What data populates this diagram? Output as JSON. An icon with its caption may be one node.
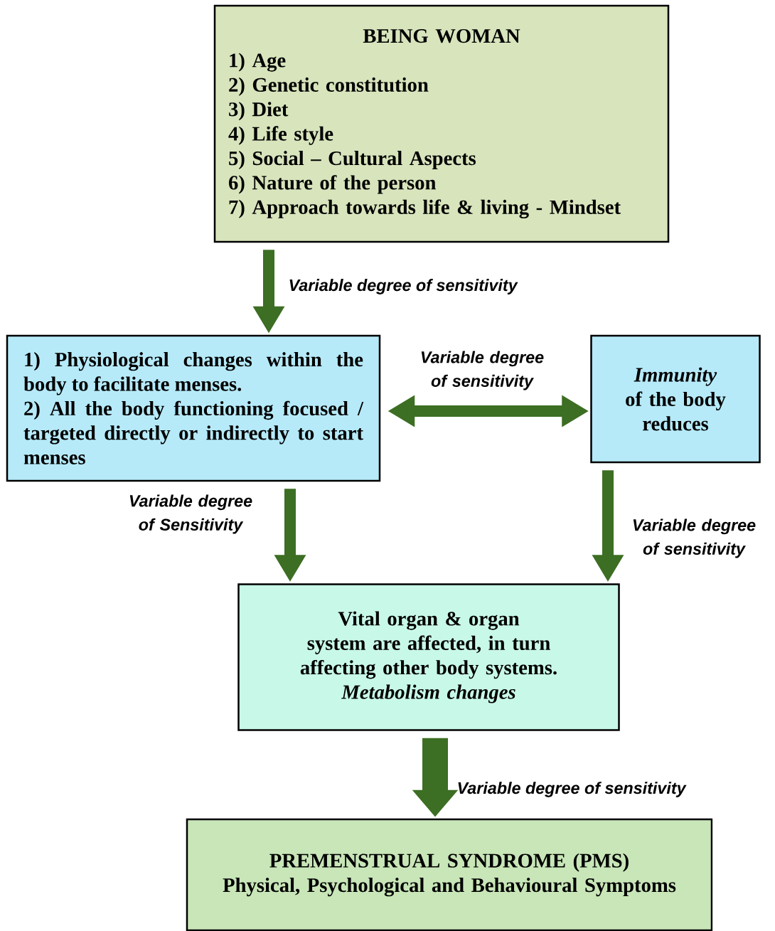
{
  "diagram": {
    "nodes": [
      {
        "text": [
          "BEING WOMAN",
          "1) Age",
          "2) Genetic constitution",
          "3) Diet",
          "4) Life style",
          "5) Social – Cultural Aspects",
          "6) Nature of the person",
          "7) Approach towards life & living - Mindset"
        ]
      },
      {
        "text": [
          "1) Physiological changes within the body to facilitate menses.",
          "2) All the body functioning focused / targeted directly or indirectly to start menses"
        ]
      },
      {
        "text": [
          "*Immunity* of the body reduces"
        ]
      },
      {
        "text": [
          "Vital organ & organ system are affected, in turn affecting other body systems.",
          "Metabolism changes"
        ]
      },
      {
        "text": [
          "PREMENSTRUAL SYNDROME (PMS)",
          "Physical, Psychological and Behavioural Symptoms"
        ]
      }
    ],
    "edges": [
      {
        "from": 0,
        "to": 1,
        "arrow": "to",
        "label": "Variable degree of sensitivity"
      },
      {
        "from": 1,
        "to": 2,
        "arrow": "both",
        "label": "Variable degree of sensitivity"
      },
      {
        "from": 1,
        "to": 3,
        "arrow": "to",
        "label": "Variable degree of Sensitivity"
      },
      {
        "from": 2,
        "to": 3,
        "arrow": "to",
        "label": "Variable degree of sensitivity"
      },
      {
        "from": 3,
        "to": 4,
        "arrow": "to",
        "label": "Variable degree of sensitivity",
        "style": "thick"
      }
    ]
  }
}
